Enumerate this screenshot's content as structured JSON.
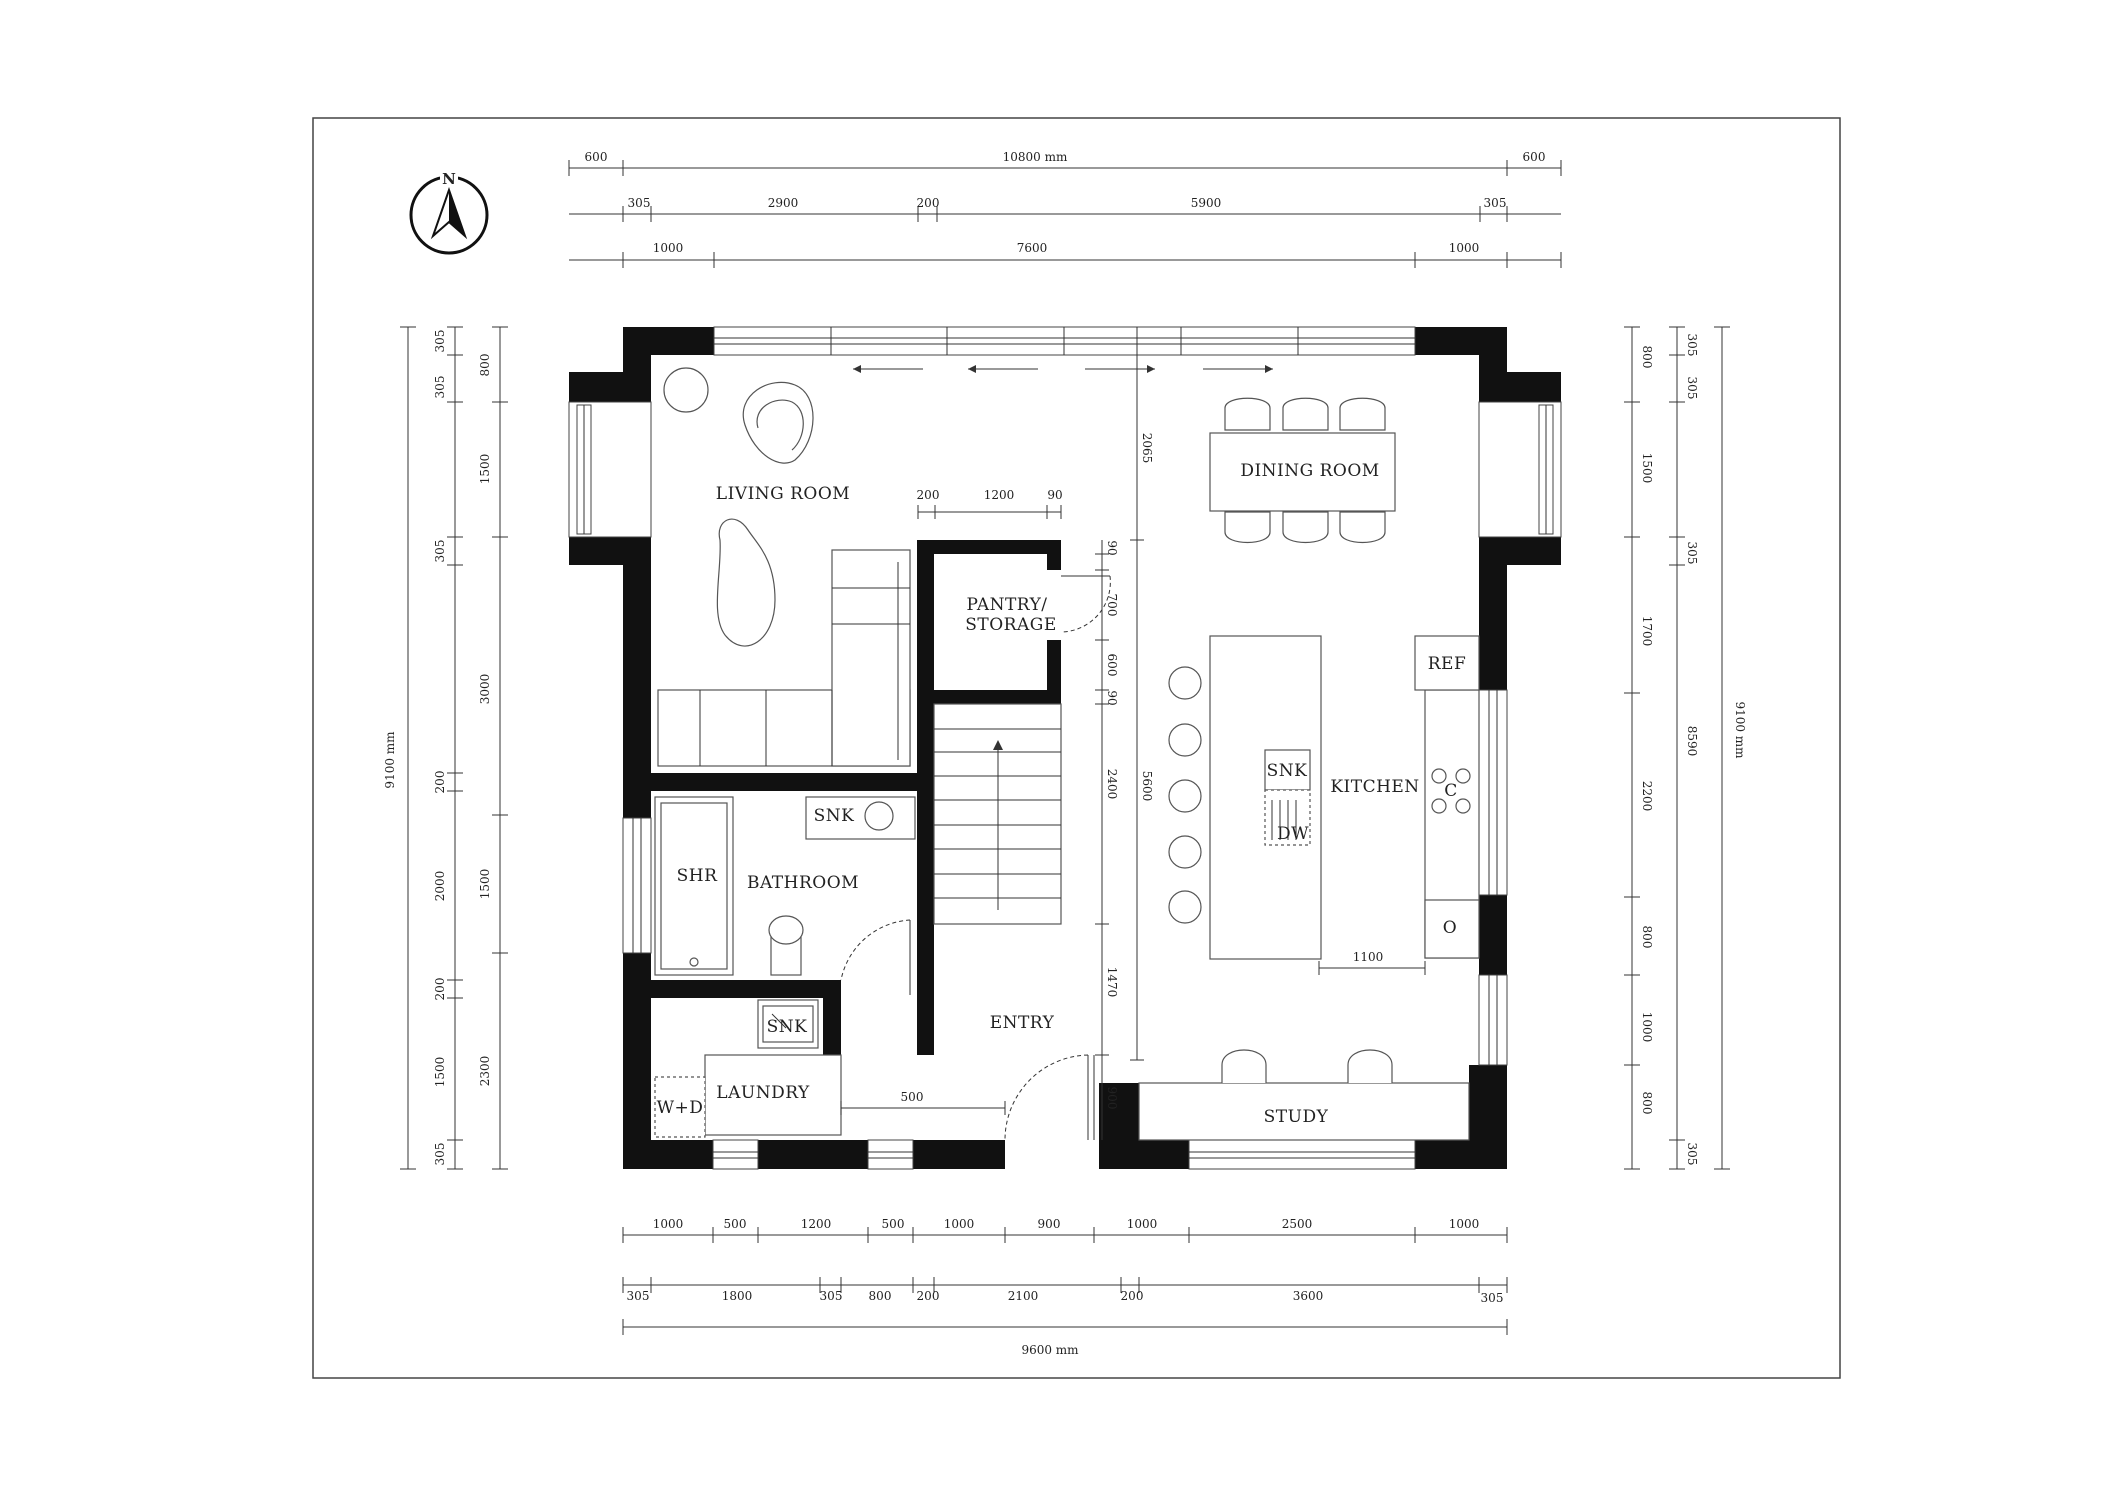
{
  "compass": {
    "label": "N",
    "icon": "north-arrow-icon"
  },
  "rooms": {
    "living": "LIVING ROOM",
    "dining": "DINING ROOM",
    "pantry_line1": "PANTRY/",
    "pantry_line2": "STORAGE",
    "kitchen": "KITCHEN",
    "bathroom": "BATHROOM",
    "shower": "SHR",
    "sink_bath": "SNK",
    "sink_laundry": "SNK",
    "sink_kitchen": "SNK",
    "dishwasher": "DW",
    "refrigerator": "REF",
    "oven": "O",
    "cooktop": "C",
    "entry": "ENTRY",
    "laundry": "LAUNDRY",
    "washer_dryer": "W+D",
    "study": "STUDY"
  },
  "dims_top": {
    "row1": [
      "600",
      "10800 mm",
      "600"
    ],
    "row2": [
      "305",
      "2900",
      "200",
      "5900",
      "305"
    ],
    "row3": [
      "1000",
      "7600",
      "1000"
    ]
  },
  "dims_bottom": {
    "row1": [
      "1000",
      "500",
      "1200",
      "500",
      "1000",
      "900",
      "1000",
      "2500",
      "1000"
    ],
    "row2": [
      "305",
      "1800",
      "305",
      "800",
      "200",
      "2100",
      "200",
      "3600",
      "305"
    ],
    "total": "9600 mm"
  },
  "dims_left": {
    "total": "9100 mm",
    "inner": [
      "305",
      "305",
      "305",
      "200",
      "2000",
      "200",
      "1500",
      "305"
    ],
    "outer": [
      "800",
      "1500",
      "3000",
      "1500",
      "2300"
    ]
  },
  "dims_right": {
    "inner": [
      "800",
      "1500",
      "1700",
      "2200",
      "800",
      "1000",
      "800"
    ],
    "mid": [
      "305",
      "305",
      "305",
      "8590",
      "305"
    ],
    "total": "9100 mm"
  },
  "dims_interior": {
    "stair_top": [
      "200",
      "1200",
      "90"
    ],
    "hall_vertical": [
      "90",
      "700",
      "600",
      "90",
      "2400",
      "1470",
      "900"
    ],
    "kitchen_vertical": [
      "2065",
      "5600"
    ],
    "island_width": "1100",
    "entry_width": "500"
  }
}
